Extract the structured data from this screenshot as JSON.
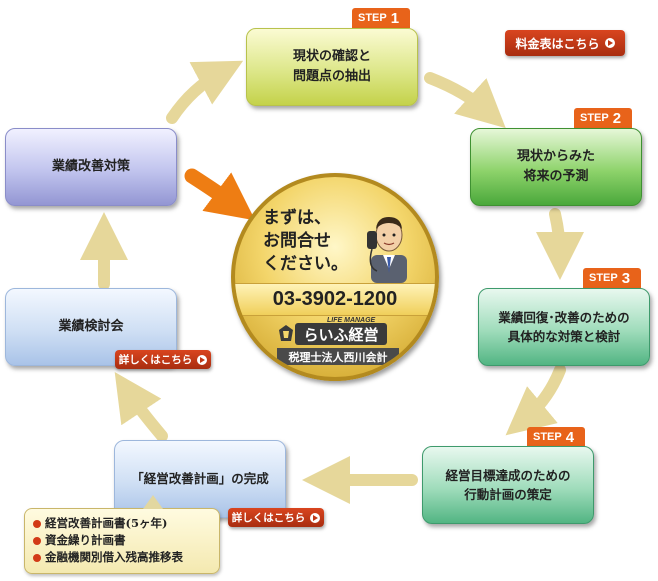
{
  "steps": [
    {
      "id": "s1",
      "step_label": "STEP",
      "step_number": "1",
      "text": "現状の確認と\n問題点の抽出"
    },
    {
      "id": "s2",
      "step_label": "STEP",
      "step_number": "2",
      "text": "現状からみた\n将来の予測"
    },
    {
      "id": "s3",
      "step_label": "STEP",
      "step_number": "3",
      "text": "業績回復･改善のための\n具体的な対策と検討"
    },
    {
      "id": "s4",
      "step_label": "STEP",
      "step_number": "4",
      "text": "経営目標達成のための\n行動計画の策定"
    }
  ],
  "plan_box": {
    "text": "「経営改善計画」の完成"
  },
  "review_box": {
    "text": "業績検討会"
  },
  "measures_box": {
    "text": "業績改善対策"
  },
  "buttons": {
    "price": "料金表はこちら",
    "details_review": "詳しくはこちら",
    "details_plan": "詳しくはこちら"
  },
  "center": {
    "message": "まずは、\nお問合せ\nください。",
    "phone": "03-3902-1200",
    "logo_small": "LIFE MANAGE",
    "logo": "らいふ経営",
    "firm": "税理士法人西川会計"
  },
  "documents": [
    "経営改善計画書(5ヶ年)",
    "資金繰り計画書",
    "金融機関別借入残高推移表"
  ],
  "colors": {
    "accent_orange": "#e8631a",
    "arrow": "#e6d79a",
    "button_red": "#c03716"
  }
}
